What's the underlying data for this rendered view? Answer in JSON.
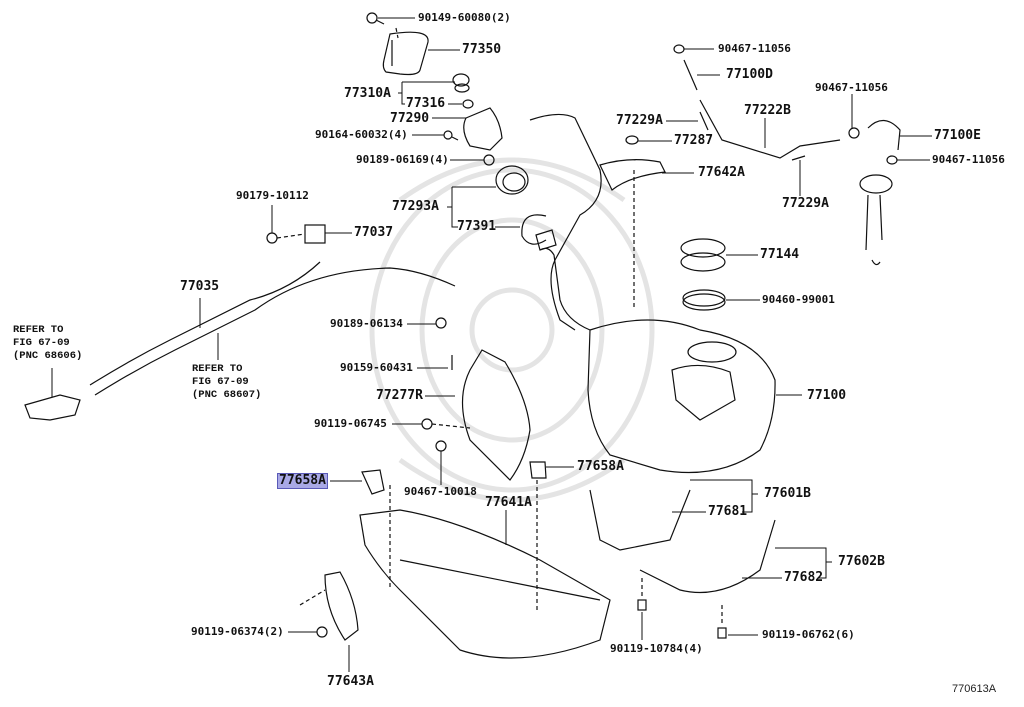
{
  "diagram": {
    "title": "Fuel tank assembly parts diagram",
    "figure_code": "770613A",
    "highlight_color": "#a9a9e6",
    "highlighted_part": "77658A",
    "labels": [
      {
        "id": "l1",
        "text": "90149-60080(2)"
      },
      {
        "id": "l2",
        "text": "77350"
      },
      {
        "id": "l3",
        "text": "77310A"
      },
      {
        "id": "l4",
        "text": "77316"
      },
      {
        "id": "l5",
        "text": "77290"
      },
      {
        "id": "l6",
        "text": "90164-60032(4)"
      },
      {
        "id": "l7",
        "text": "90189-06169(4)"
      },
      {
        "id": "l8",
        "text": "77293A"
      },
      {
        "id": "l9",
        "text": "77391"
      },
      {
        "id": "l10",
        "text": "90179-10112"
      },
      {
        "id": "l11",
        "text": "77037"
      },
      {
        "id": "l12",
        "text": "77035"
      },
      {
        "id": "l13",
        "text": "90189-06134"
      },
      {
        "id": "l14",
        "text": "90159-60431"
      },
      {
        "id": "l15",
        "text": "77277R"
      },
      {
        "id": "l16",
        "text": "90119-06745"
      },
      {
        "id": "l17",
        "text": "77658A"
      },
      {
        "id": "l18",
        "text": "90467-10018"
      },
      {
        "id": "l19",
        "text": "77641A"
      },
      {
        "id": "l20",
        "text": "77658A"
      },
      {
        "id": "l21",
        "text": "90119-06374(2)"
      },
      {
        "id": "l22",
        "text": "77643A"
      },
      {
        "id": "l23",
        "text": "90467-11056"
      },
      {
        "id": "l24",
        "text": "77100D"
      },
      {
        "id": "l25",
        "text": "77229A"
      },
      {
        "id": "l26",
        "text": "77287"
      },
      {
        "id": "l27",
        "text": "77222B"
      },
      {
        "id": "l28",
        "text": "77642A"
      },
      {
        "id": "l29",
        "text": "77229A"
      },
      {
        "id": "l30",
        "text": "90467-11056"
      },
      {
        "id": "l31",
        "text": "77100E"
      },
      {
        "id": "l32",
        "text": "90467-11056"
      },
      {
        "id": "l33",
        "text": "77144"
      },
      {
        "id": "l34",
        "text": "90460-99001"
      },
      {
        "id": "l35",
        "text": "77100"
      },
      {
        "id": "l36",
        "text": "77601B"
      },
      {
        "id": "l37",
        "text": "77681"
      },
      {
        "id": "l38",
        "text": "77602B"
      },
      {
        "id": "l39",
        "text": "77682"
      },
      {
        "id": "l40",
        "text": "90119-10784(4)"
      },
      {
        "id": "l41",
        "text": "90119-06762(6)"
      }
    ],
    "notes": [
      {
        "id": "n1",
        "text": "REFER TO\nFIG 67-09\n(PNC 68606)"
      },
      {
        "id": "n2",
        "text": "REFER TO\nFIG 67-09\n(PNC 68607)"
      }
    ]
  }
}
